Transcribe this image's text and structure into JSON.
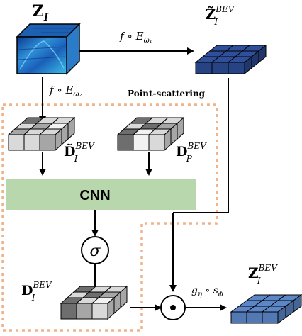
{
  "nodes": {
    "z_i": {
      "symbol": "Z",
      "subscript": "I"
    },
    "z_i_bev_tilde": {
      "symbol": "Z̃",
      "subscript": "I",
      "superscript": "BEV"
    },
    "d_i_bev_tilde": {
      "symbol": "D̃",
      "subscript": "I",
      "superscript": "BEV"
    },
    "d_p_bev": {
      "symbol": "D",
      "subscript": "P",
      "superscript": "BEV"
    },
    "cnn": {
      "label": "CNN"
    },
    "sigma": {
      "label": "σ"
    },
    "d_i_bev": {
      "symbol": "D",
      "subscript": "I",
      "superscript": "BEV"
    },
    "odot": {
      "label": "⊙"
    },
    "z_i_bev": {
      "symbol": "Z",
      "subscript": "I",
      "superscript": "BEV"
    }
  },
  "edges": {
    "top": {
      "text": "f ∘ E",
      "subscript": "ω₁"
    },
    "left": {
      "text": "f ∘ E",
      "subscript": "ω₂"
    },
    "bottom": {
      "text": "g",
      "sub1": "η",
      "mid": " ∘ s",
      "sub2": "ϕ"
    }
  },
  "annotations": {
    "point_scattering": "Point-scattering"
  },
  "colors": {
    "dark_blue_cube": "#2f4f9a",
    "light_blue_cube": "#5b86c7",
    "cnn_fill": "#b9d7ad",
    "dashed_region": "#f0b48c",
    "gray_dark": "#6e6e6e",
    "gray_mid": "#a6a6a6",
    "gray_light": "#d9d9d9",
    "gray_white": "#f2f2f2"
  }
}
